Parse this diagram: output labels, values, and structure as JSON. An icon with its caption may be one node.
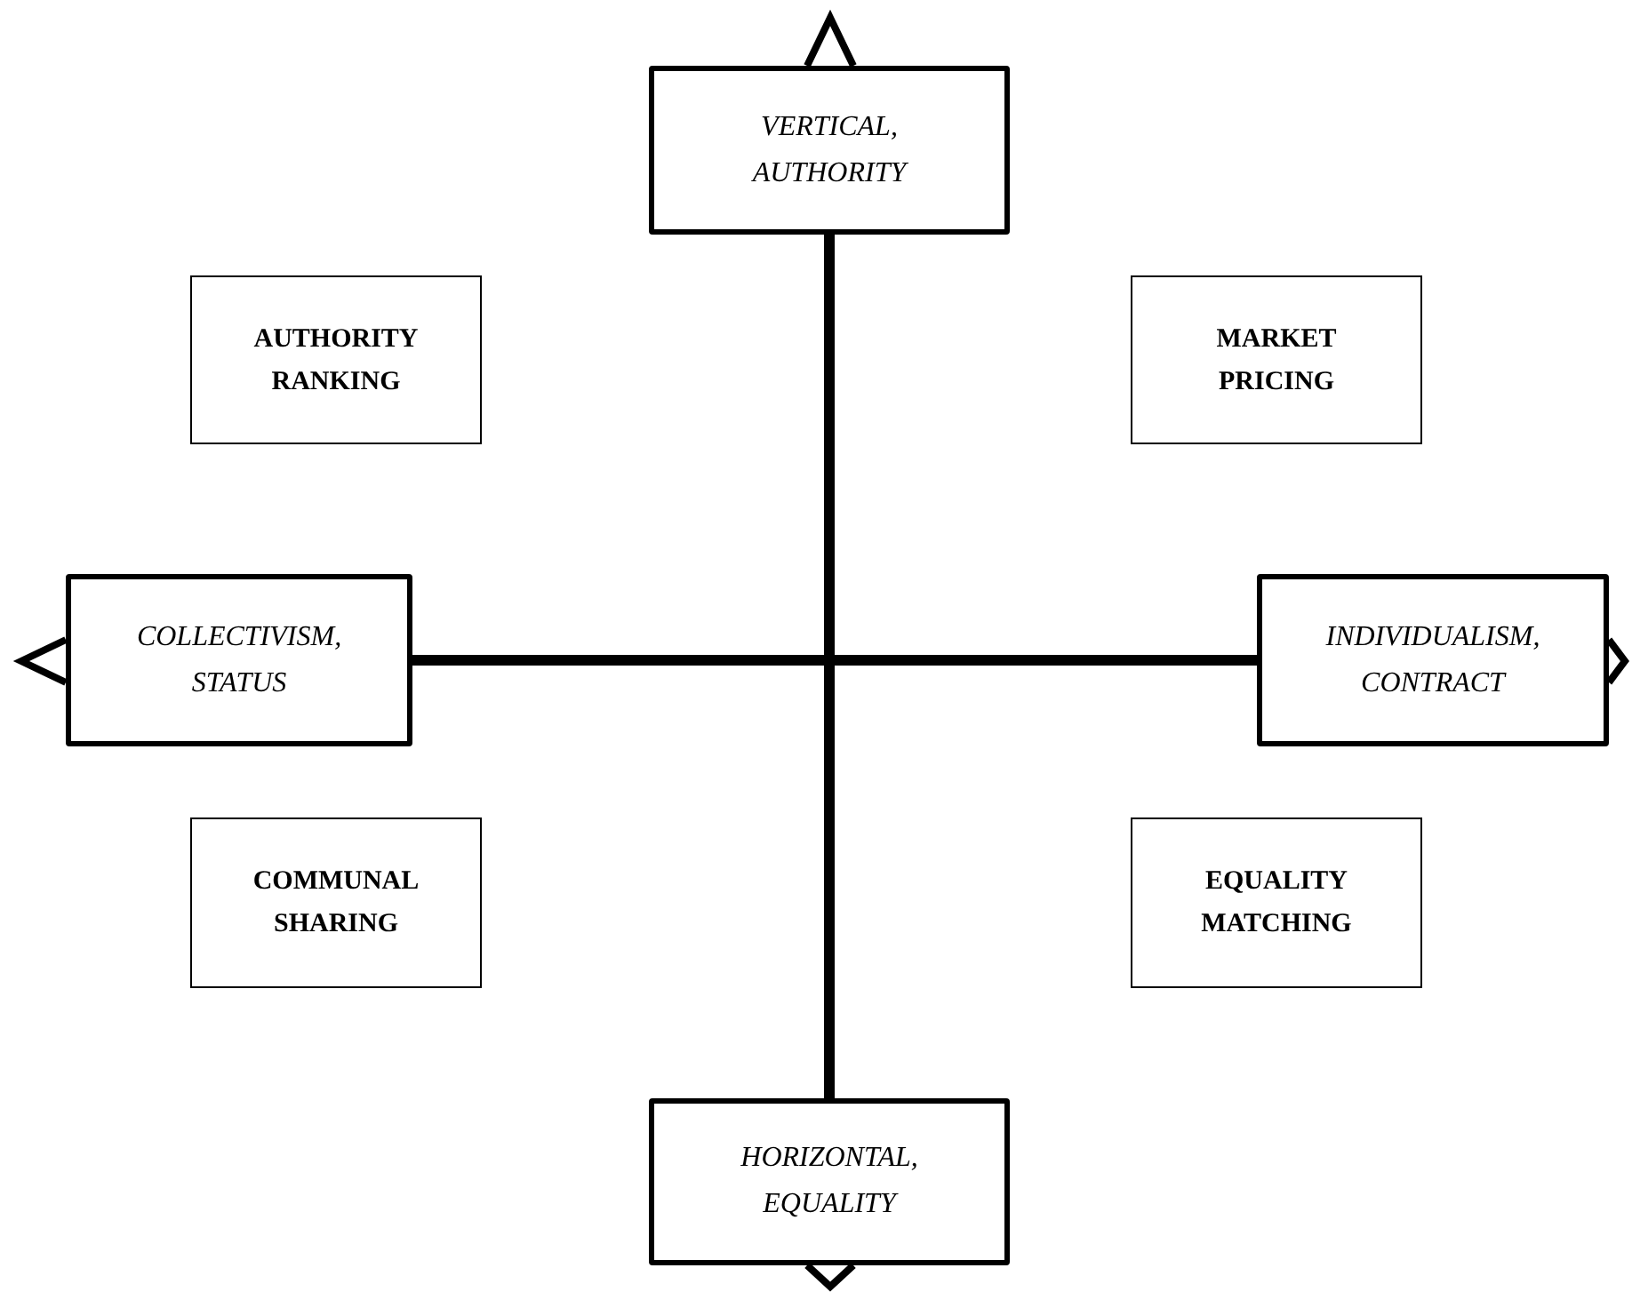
{
  "diagram": {
    "nodes": [
      {
        "text": [
          "VERTICAL, AUTHORITY"
        ]
      },
      {
        "text": [
          "AUTHORITY RANKING"
        ]
      },
      {
        "text": [
          "MARKET PRICING"
        ]
      },
      {
        "text": [
          "COLLECTIVISM, STATUS"
        ]
      },
      {
        "text": [
          "INDIVIDUALISM, CONTRACT"
        ]
      },
      {
        "text": [
          "COMMUNAL SHARING"
        ]
      },
      {
        "text": [
          "EQUALITY MATCHING"
        ]
      },
      {
        "text": [
          "HORIZONTAL, EQUALITY"
        ]
      }
    ],
    "edges": [
      {
        "from": 0,
        "to": 7,
        "arrow": "none"
      },
      {
        "from": 3,
        "to": 4,
        "arrow": "none"
      }
    ]
  }
}
